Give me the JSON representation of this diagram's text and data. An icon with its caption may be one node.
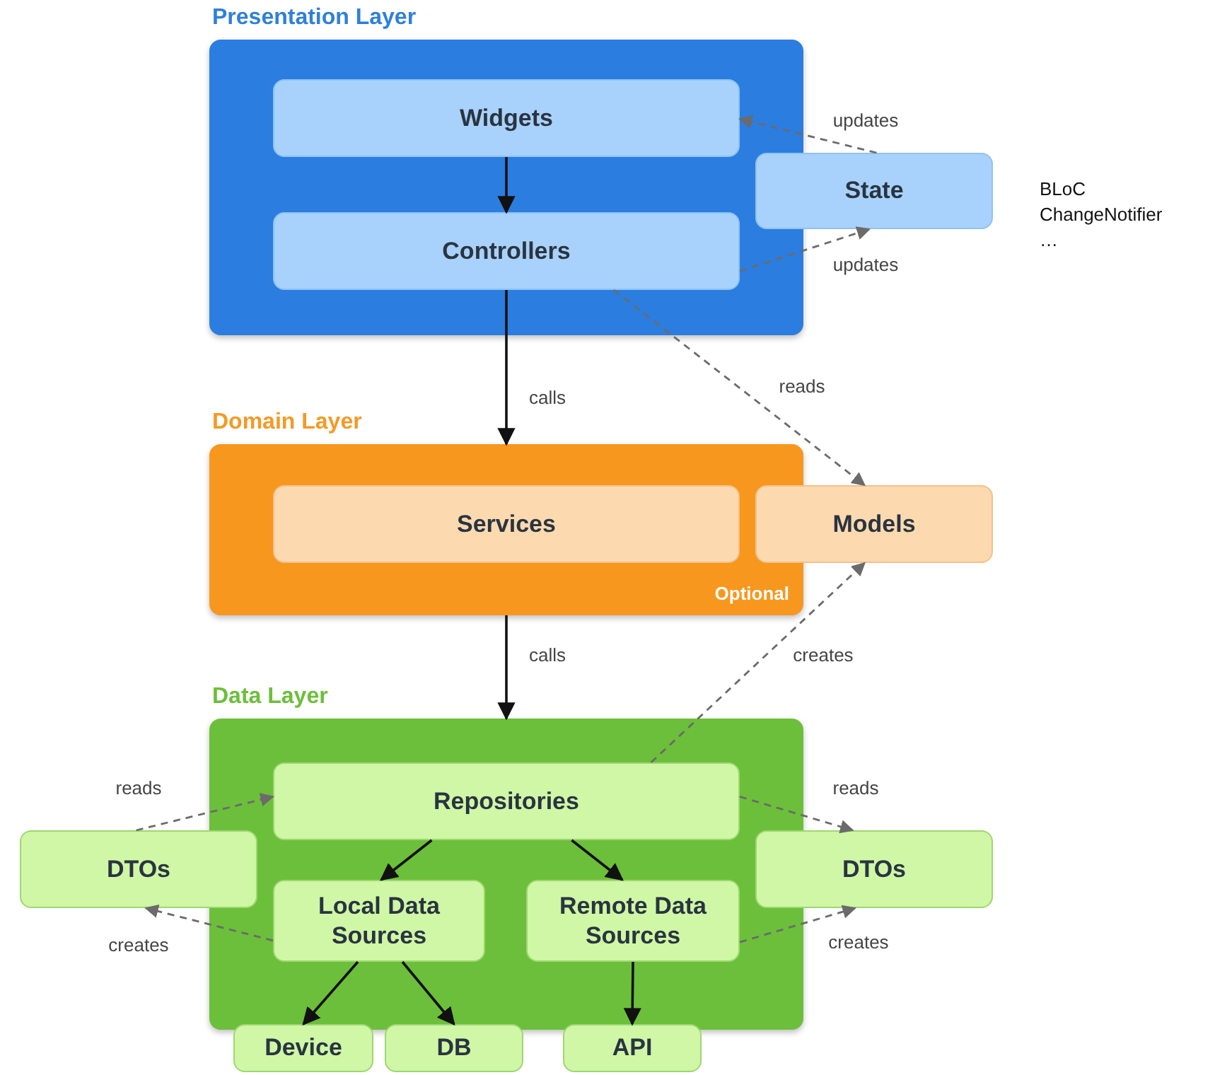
{
  "diagram": {
    "nodes": [
      {
        "text": [
          "Presentation Layer"
        ]
      },
      {
        "text": [
          "Widgets"
        ],
        "in": 0
      },
      {
        "text": [
          "Controllers"
        ],
        "in": 0
      },
      {
        "text": [
          "State"
        ]
      },
      {
        "text": [
          "Domain Layer",
          "Optional"
        ]
      },
      {
        "text": [
          "Services"
        ],
        "in": 4
      },
      {
        "text": [
          "Models"
        ]
      },
      {
        "text": [
          "Data Layer"
        ]
      },
      {
        "text": [
          "Repositories"
        ],
        "in": 7
      },
      {
        "text": [
          "DTOs"
        ]
      },
      {
        "text": [
          "Local Data Sources"
        ],
        "in": 7
      },
      {
        "text": [
          "Remote Data Sources"
        ],
        "in": 7
      },
      {
        "text": [
          "DTOs"
        ]
      },
      {
        "text": [
          "Device"
        ]
      },
      {
        "text": [
          "DB"
        ]
      },
      {
        "text": [
          "API"
        ]
      }
    ],
    "edges": [
      {
        "from": 1,
        "to": 2,
        "arrow": "to"
      },
      {
        "from": 3,
        "to": 1,
        "arrow": "to",
        "label": "updates",
        "style": "dashed",
        "color": "#6b6b6b"
      },
      {
        "from": 2,
        "to": 3,
        "arrow": "to",
        "label": "updates",
        "style": "dashed",
        "color": "#6b6b6b"
      },
      {
        "from": 2,
        "to": 4,
        "arrow": "to",
        "label": "calls"
      },
      {
        "from": 2,
        "to": 6,
        "arrow": "to",
        "label": "reads",
        "style": "dashed",
        "color": "#6b6b6b"
      },
      {
        "from": 4,
        "to": 7,
        "arrow": "to",
        "label": "calls"
      },
      {
        "from": 8,
        "to": 6,
        "arrow": "to",
        "label": "creates",
        "style": "dashed",
        "color": "#6b6b6b"
      },
      {
        "from": 9,
        "to": 8,
        "arrow": "to",
        "label": "reads",
        "style": "dashed",
        "color": "#6b6b6b"
      },
      {
        "from": 10,
        "to": 9,
        "arrow": "to",
        "label": "creates",
        "style": "dashed",
        "color": "#6b6b6b"
      },
      {
        "from": 8,
        "to": 10,
        "arrow": "to"
      },
      {
        "from": 8,
        "to": 11,
        "arrow": "to"
      },
      {
        "from": 8,
        "to": 12,
        "arrow": "to",
        "label": "reads",
        "style": "dashed",
        "color": "#6b6b6b"
      },
      {
        "from": 11,
        "to": 12,
        "arrow": "to",
        "label": "creates",
        "style": "dashed",
        "color": "#6b6b6b"
      },
      {
        "from": 10,
        "to": 13,
        "arrow": "to"
      },
      {
        "from": 10,
        "to": 14,
        "arrow": "to"
      },
      {
        "from": 11,
        "to": 15,
        "arrow": "to"
      }
    ],
    "labels": [
      "BLoC",
      "ChangeNotifier",
      "…"
    ]
  }
}
